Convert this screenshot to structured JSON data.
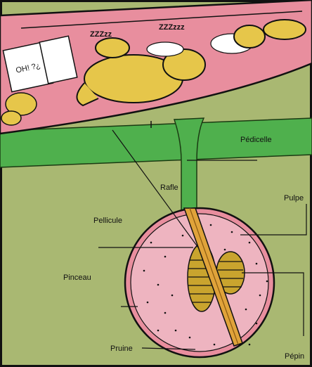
{
  "labels": {
    "pedicelle": "Pédicelle",
    "rafle": "Rafle",
    "pulpe": "Pulpe",
    "pellicule": "Pellicule",
    "pinceau": "Pinceau",
    "pruine": "Pruine",
    "pepin": "Pépin"
  },
  "cartoon": {
    "snore_text_1": "ZZZzz",
    "snore_text_2": "ZZZzzz",
    "newspaper_text": "OH! ?¿"
  },
  "colors": {
    "background": "#a9b872",
    "stem_green": "#4fb04d",
    "skin_pink": "#e88e9e",
    "flesh_pink": "#eeb4c0",
    "seed_gold": "#c9a42e",
    "brush_orange": "#e0a33a",
    "cartoon_yellow": "#e6c64a",
    "outline": "#111111"
  }
}
